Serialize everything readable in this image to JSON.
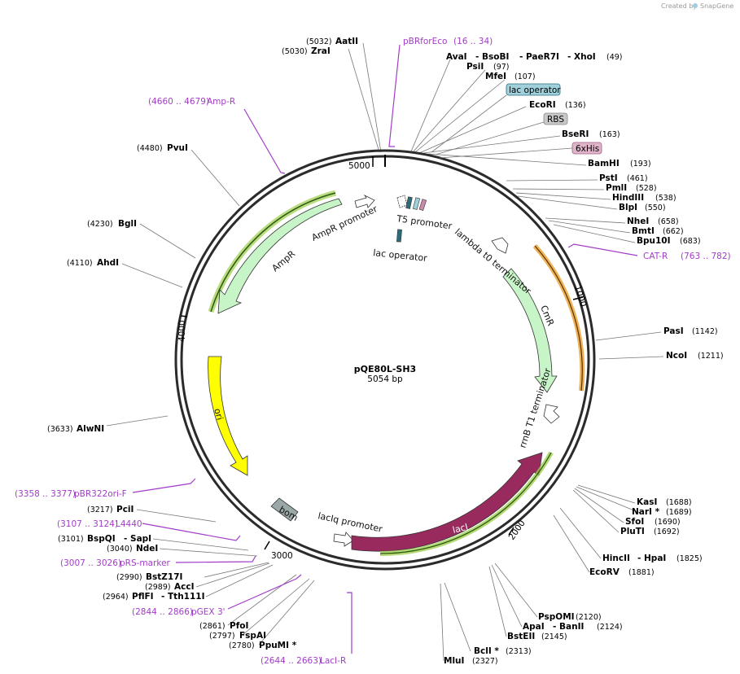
{
  "credit": {
    "prefix": "Created by",
    "brand": "SnapGene"
  },
  "plasmid": {
    "name": "pQE80L-SH3",
    "length_label": "5054 bp",
    "total_bp": 5054
  },
  "ticks": [
    "1000",
    "2000",
    "3000",
    "4000",
    "5000"
  ],
  "colors": {
    "backbone": "#2b2b2b",
    "primer": "#a23cc8",
    "lacI": "#992a5e",
    "ori": "#ffff00",
    "resistance": "#c8f5c8",
    "cat_primer": "#e8a030",
    "lac_operator": "#2e6b7a",
    "rbs_box": "#c8c8c8",
    "his_box": "#e0b4c8",
    "lacop_box": "#9fd0dc",
    "bom": "#8a9a9a"
  },
  "enzymes": [
    {
      "id": "zrai",
      "name": "ZraI",
      "pos": "(5030)"
    },
    {
      "id": "aatii",
      "name": "AatII",
      "pos": "(5032)"
    },
    {
      "id": "avai",
      "name": "AvaI",
      "pos": ""
    },
    {
      "id": "bsobi",
      "name": "- BsoBI",
      "pos": ""
    },
    {
      "id": "paer7i",
      "name": "- PaeR7I",
      "pos": ""
    },
    {
      "id": "xhoi",
      "name": "- XhoI",
      "pos": "(49)"
    },
    {
      "id": "psii",
      "name": "PsiI",
      "pos": "(97)"
    },
    {
      "id": "mfei",
      "name": "MfeI",
      "pos": "(107)"
    },
    {
      "id": "ecori",
      "name": "EcoRI",
      "pos": "(136)"
    },
    {
      "id": "bseri",
      "name": "BseRI",
      "pos": "(163)"
    },
    {
      "id": "bamhi",
      "name": "BamHI",
      "pos": "(193)"
    },
    {
      "id": "psti",
      "name": "PstI",
      "pos": "(461)"
    },
    {
      "id": "pmli",
      "name": "PmlI",
      "pos": "(528)"
    },
    {
      "id": "hindiii",
      "name": "HindIII",
      "pos": "(538)"
    },
    {
      "id": "blpi",
      "name": "BlpI",
      "pos": "(550)"
    },
    {
      "id": "nhei",
      "name": "NheI",
      "pos": "(658)"
    },
    {
      "id": "bmti",
      "name": "BmtI",
      "pos": "(662)"
    },
    {
      "id": "bpu10i",
      "name": "Bpu10I",
      "pos": "(683)"
    },
    {
      "id": "pasi",
      "name": "PasI",
      "pos": "(1142)"
    },
    {
      "id": "ncoi",
      "name": "NcoI",
      "pos": "(1211)"
    },
    {
      "id": "kasi",
      "name": "KasI",
      "pos": "(1688)"
    },
    {
      "id": "nari",
      "name": "NarI *",
      "pos": "(1689)"
    },
    {
      "id": "sfoi",
      "name": "SfoI",
      "pos": "(1690)"
    },
    {
      "id": "pluti",
      "name": "PluTI",
      "pos": "(1692)"
    },
    {
      "id": "hincii",
      "name": "HincII",
      "pos": ""
    },
    {
      "id": "hpai",
      "name": "- HpaI",
      "pos": "(1825)"
    },
    {
      "id": "ecorv",
      "name": "EcoRV",
      "pos": "(1881)"
    },
    {
      "id": "pspomi",
      "name": "PspOMI",
      "pos": "(2120)"
    },
    {
      "id": "apai",
      "name": "ApaI",
      "pos": ""
    },
    {
      "id": "banii",
      "name": "- BanII",
      "pos": "(2124)"
    },
    {
      "id": "bsteii",
      "name": "BstEII",
      "pos": "(2145)"
    },
    {
      "id": "bcli",
      "name": "BclI *",
      "pos": "(2313)"
    },
    {
      "id": "mlui",
      "name": "MluI",
      "pos": "(2327)"
    },
    {
      "id": "ppumi",
      "name": "PpuMI *",
      "pos": "(2780)"
    },
    {
      "id": "fspai",
      "name": "FspAI",
      "pos": "(2797)"
    },
    {
      "id": "pfoi",
      "name": "PfoI",
      "pos": "(2861)"
    },
    {
      "id": "pflfi",
      "name": "PflFI",
      "pos": "(2964)"
    },
    {
      "id": "tth111i",
      "name": "- Tth111I",
      "pos": ""
    },
    {
      "id": "acci",
      "name": "AccI",
      "pos": "(2989)"
    },
    {
      "id": "bstz17i",
      "name": "BstZ17I",
      "pos": "(2990)"
    },
    {
      "id": "ndei",
      "name": "NdeI",
      "pos": "(3040)"
    },
    {
      "id": "bspqi",
      "name": "BspQI",
      "pos": "(3101)"
    },
    {
      "id": "sapi",
      "name": "- SapI",
      "pos": ""
    },
    {
      "id": "pcii",
      "name": "PciI",
      "pos": "(3217)"
    },
    {
      "id": "alwni",
      "name": "AlwNI",
      "pos": "(3633)"
    },
    {
      "id": "ahdi",
      "name": "AhdI",
      "pos": "(4110)"
    },
    {
      "id": "bgli",
      "name": "BglI",
      "pos": "(4230)"
    },
    {
      "id": "pvui",
      "name": "PvuI",
      "pos": "(4480)"
    }
  ],
  "primers": [
    {
      "id": "pbrforeco",
      "name": "pBRforEco",
      "range": "(16 .. 34)"
    },
    {
      "id": "ampr",
      "name": "Amp-R",
      "range": "(4660 .. 4679)"
    },
    {
      "id": "catr",
      "name": "CAT-R",
      "range": "(763 .. 782)"
    },
    {
      "id": "pbr322ori",
      "name": "pBR322ori-F",
      "range": "(3358 .. 3377)"
    },
    {
      "id": "l4440",
      "name": "L4440",
      "range": "(3107 .. 3124)"
    },
    {
      "id": "prsmarker",
      "name": "pRS-marker",
      "range": "(3007 .. 3026)"
    },
    {
      "id": "pgex3",
      "name": "pGEX 3'",
      "range": "(2844 .. 2866)"
    },
    {
      "id": "lacir",
      "name": "LacI-R",
      "range": "(2644 .. 2663)"
    }
  ],
  "feature_boxes": {
    "lac_operator": "lac operator",
    "rbs": "RBS",
    "his": "6xHis"
  },
  "features": {
    "t5_promoter": "T5 promoter",
    "lac_operator_inner": "lac operator",
    "lambda_t0": "lambda t0 terminator",
    "cmr": "CmR",
    "rrnb_t1": "rrnB T1 terminator",
    "laci": "lacI",
    "laciq_promoter": "lacIq promoter",
    "bom": "bom",
    "ori": "ori",
    "ampr": "AmpR",
    "ampr_promoter": "AmpR promoter"
  }
}
